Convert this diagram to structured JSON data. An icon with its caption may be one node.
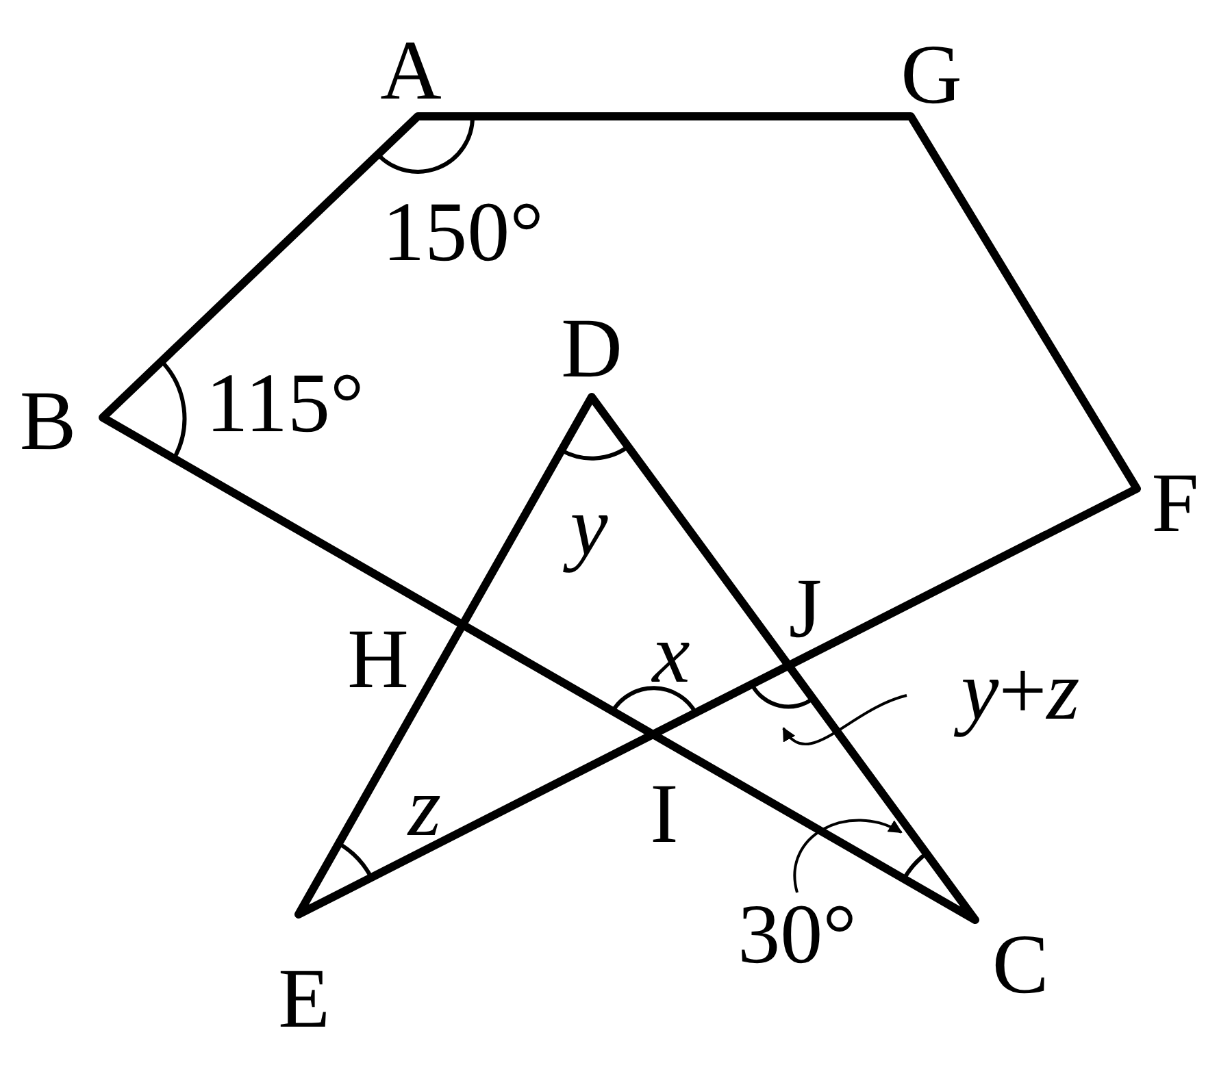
{
  "diagram": {
    "nodes": [
      {
        "text": [
          "*y*+*z*"
        ]
      },
      {
        "text": [
          "30°"
        ]
      }
    ],
    "edges": [
      {
        "from": 0,
        "to": null,
        "arrow": "to"
      },
      {
        "from": 1,
        "to": null,
        "arrow": "to"
      }
    ],
    "labels": [
      "A",
      "G",
      "150°",
      "D",
      "B",
      "115°",
      "F",
      "y",
      "J",
      "H",
      "x",
      "z",
      "I",
      "E",
      "C"
    ]
  }
}
